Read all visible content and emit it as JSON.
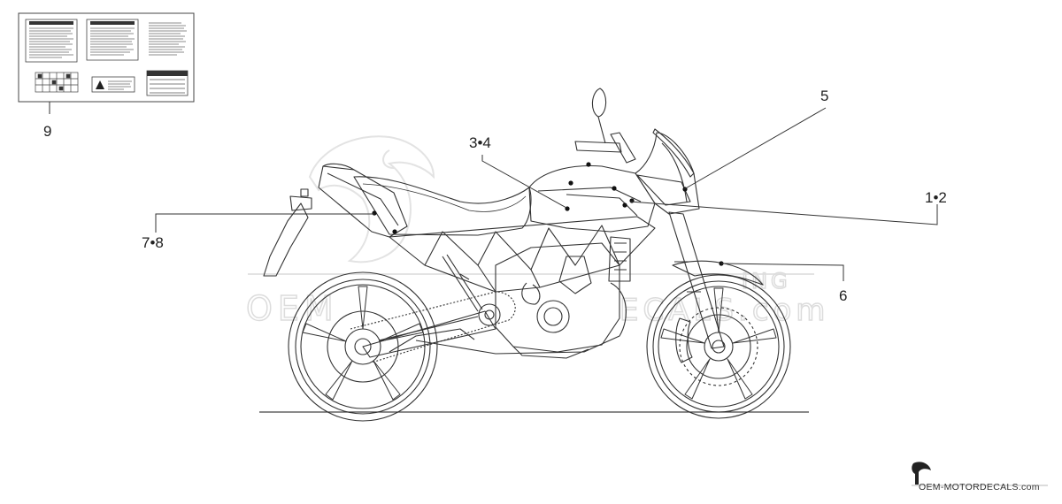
{
  "callouts": {
    "c9": "9",
    "c34": "3•4",
    "c5": "5",
    "c12": "1•2",
    "c78": "7•8",
    "c6": "6"
  },
  "watermark": {
    "left": "OEM",
    "right": "ECALS.com",
    "line2": "ING"
  },
  "logo": {
    "text": "OEM-MOTORDECALS.com"
  },
  "colors": {
    "line": "#333333",
    "light_line": "#888888",
    "watermark": "#e3e3e3",
    "dot": "#111111"
  }
}
